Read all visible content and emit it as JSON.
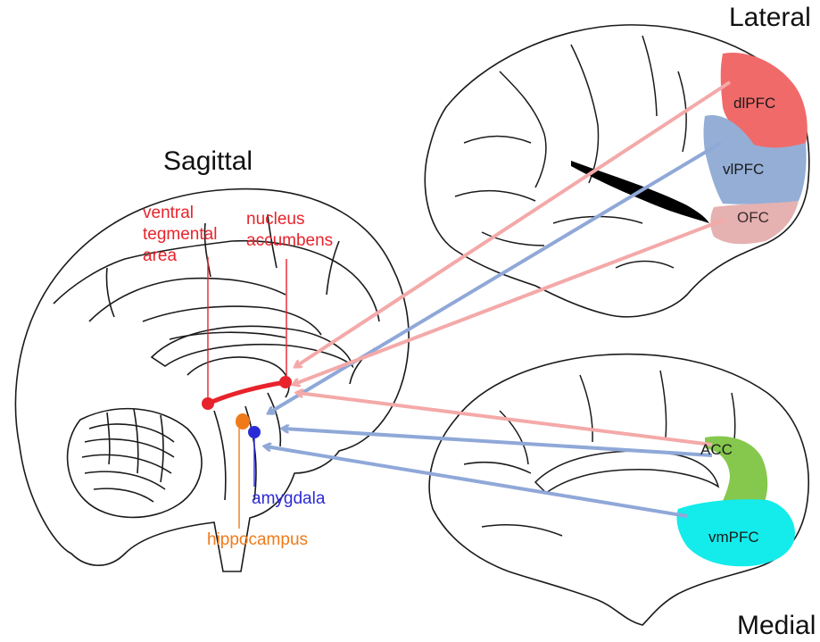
{
  "titles": {
    "sagittal": "Sagittal",
    "lateral": "Lateral",
    "medial": "Medial"
  },
  "sagittal_labels": {
    "vta_line1": "ventral",
    "vta_line2": "tegmental",
    "vta_line3": "area",
    "nac_line1": "nucleus",
    "nac_line2": "accumbens",
    "amygdala": "amygdala",
    "hippocampus": "hippocampus"
  },
  "lateral_regions": {
    "dlpfc": "dlPFC",
    "vlpfc": "vlPFC",
    "ofc": "OFC"
  },
  "medial_regions": {
    "acc": "ACC",
    "vmpfc": "vmPFC"
  },
  "colors": {
    "dlpfc": "#f06a6a",
    "vlpfc": "#94aed6",
    "ofc": "#e6b1b1",
    "acc": "#86c84e",
    "vmpfc": "#14ebeb",
    "reward_pathway": "#e8232b",
    "amygdala": "#2b2bd6",
    "hippocampus": "#f07a1a",
    "red_projection": "#f4a9a9",
    "blue_projection": "#8fa8d8"
  }
}
